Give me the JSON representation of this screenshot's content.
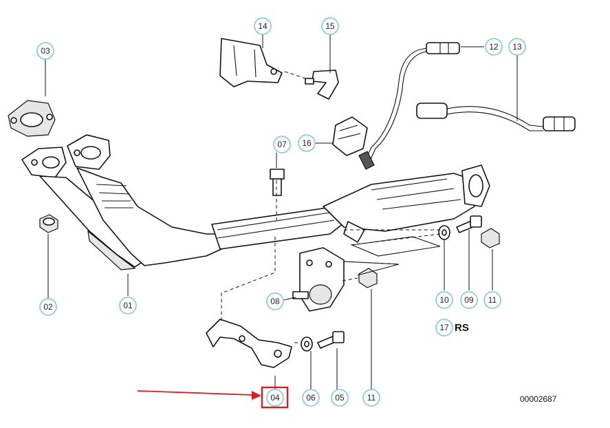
{
  "diagram": {
    "reference_number": "00002687",
    "variant_label": "RS",
    "highlighted_part": "04",
    "callouts": [
      {
        "id": "c01",
        "label": "01"
      },
      {
        "id": "c02",
        "label": "02"
      },
      {
        "id": "c03",
        "label": "03"
      },
      {
        "id": "c04",
        "label": "04"
      },
      {
        "id": "c05",
        "label": "05"
      },
      {
        "id": "c06",
        "label": "06"
      },
      {
        "id": "c07",
        "label": "07"
      },
      {
        "id": "c08",
        "label": "08"
      },
      {
        "id": "c09",
        "label": "09"
      },
      {
        "id": "c10",
        "label": "10"
      },
      {
        "id": "c11a",
        "label": "11"
      },
      {
        "id": "c11b",
        "label": "11"
      },
      {
        "id": "c12",
        "label": "12"
      },
      {
        "id": "c13",
        "label": "13"
      },
      {
        "id": "c14",
        "label": "14"
      },
      {
        "id": "c15",
        "label": "15"
      },
      {
        "id": "c16",
        "label": "16"
      },
      {
        "id": "c17",
        "label": "17"
      }
    ],
    "colors": {
      "callout_border": "#7ec8e3",
      "highlight": "#e0191e",
      "line": "#111111"
    }
  }
}
